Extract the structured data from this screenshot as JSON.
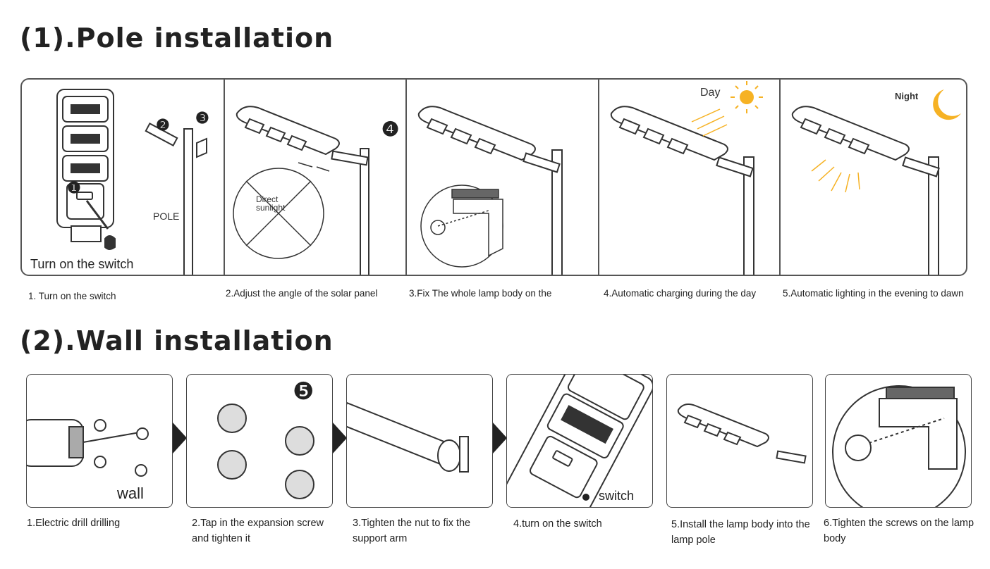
{
  "pole_section": {
    "title": "(1).Pole installation",
    "panel1": {
      "inner_label": "Turn on the switch",
      "pole_label": "POLE",
      "markers": [
        "❶",
        "❷",
        "❸"
      ]
    },
    "panel2": {
      "no_sun_label": "Direct sunlight"
    },
    "panel3": {
      "marker": "❹"
    },
    "panel4": {
      "sun_label": "Day"
    },
    "panel5": {
      "moon_label": "Night"
    },
    "captions": [
      "1. Turn on the switch",
      "2.Adjust the angle of the solar panel",
      "3.Fix The whole lamp body on the",
      "4.Automatic charging during the day",
      "5.Automatic lighting in the evening to dawn"
    ]
  },
  "wall_section": {
    "title": "(2).Wall installation",
    "panel1": {
      "inner_label": "wall"
    },
    "panel2": {
      "marker": "❺"
    },
    "panel4": {
      "inner_label": "switch"
    },
    "captions": [
      "1.Electric drill drilling",
      "2.Tap in the expansion screw and tighten it",
      "3.Tighten the nut to fix the support arm",
      "4.turn on the switch",
      "5.Install the lamp body into the lamp pole",
      "6.Tighten the screws on the lamp body"
    ]
  }
}
